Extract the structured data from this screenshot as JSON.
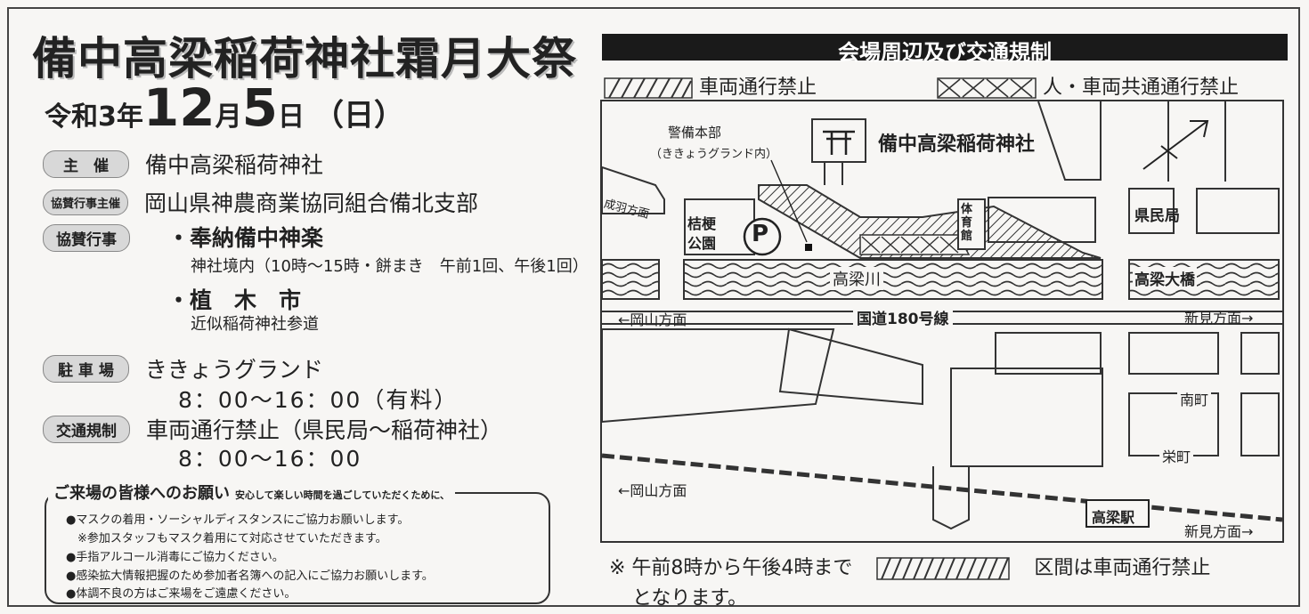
{
  "title": "備中高梁稲荷神社霜月大祭",
  "date": {
    "era": "令和3年",
    "month": "12",
    "month_unit": "月",
    "day": "5",
    "day_unit": "日",
    "weekday": "（日）"
  },
  "info": {
    "organizer": {
      "label": "主　催",
      "value": "備中高梁稲荷神社"
    },
    "sponsor_org": {
      "label": "協賛行事主催",
      "value": "岡山県神農商業協同組合備北支部"
    },
    "sponsor_events": {
      "label": "協賛行事",
      "event1": {
        "name": "・奉納備中神楽",
        "detail": "神社境内（10時～15時・餅まき　午前1回、午後1回）"
      },
      "event2": {
        "name": "・植　木　市",
        "detail": "近似稲荷神社参道"
      }
    },
    "parking": {
      "label": "駐 車 場",
      "value": "ききょうグランド",
      "time": "8：00～16：00（有料）"
    },
    "traffic": {
      "label": "交通規制",
      "value": "車両通行禁止（県民局～稲荷神社）",
      "time": "8：00～16：00"
    }
  },
  "notice": {
    "heading": "ご来場の皆様へのお願い",
    "subheading": "安心して楽しい時間を過ごしていただくために、",
    "lines": [
      "●マスクの着用・ソーシャルディスタンスにご協力お願いします。",
      "　※参加スタッフもマスク着用にて対応させていただきます。",
      "●手指アルコール消毒にご協力ください。",
      "●感染拡大情報把握のため参加者名簿への記入にご協力お願いします。",
      "●体調不良の方はご来場をご遠慮ください。"
    ]
  },
  "map": {
    "banner": "会場周辺及び交通規制",
    "legend_vehicle": "車両通行禁止",
    "legend_both": "人・車両共通通行禁止",
    "labels": {
      "hq": "警備本部",
      "hq_sub": "（ききょうグランド内）",
      "shrine": "備中高梁稲荷神社",
      "narihaneg": "成羽方面",
      "park_line1": "桔梗",
      "park_line2": "公園",
      "parking_mark": "P",
      "gym": "体育館",
      "prefecture_office": "県民局",
      "river": "高梁川",
      "bridge": "高梁大橋",
      "okayama_1": "←岡山方面",
      "route": "国道180号線",
      "niimi_1": "新見方面→",
      "minami": "南町",
      "sakae": "栄町",
      "okayama_2": "←岡山方面",
      "station": "高梁駅",
      "niimi_2": "新見方面→"
    }
  },
  "footnote": {
    "line1_a": "※ 午前8時から午後4時まで",
    "line1_b": "区間は車両通行禁止",
    "line2": "となります。"
  },
  "colors": {
    "ink": "#222222",
    "banner": "#1a1a1a",
    "pill": "#d8d8d8",
    "paper": "#f7f6f4"
  }
}
